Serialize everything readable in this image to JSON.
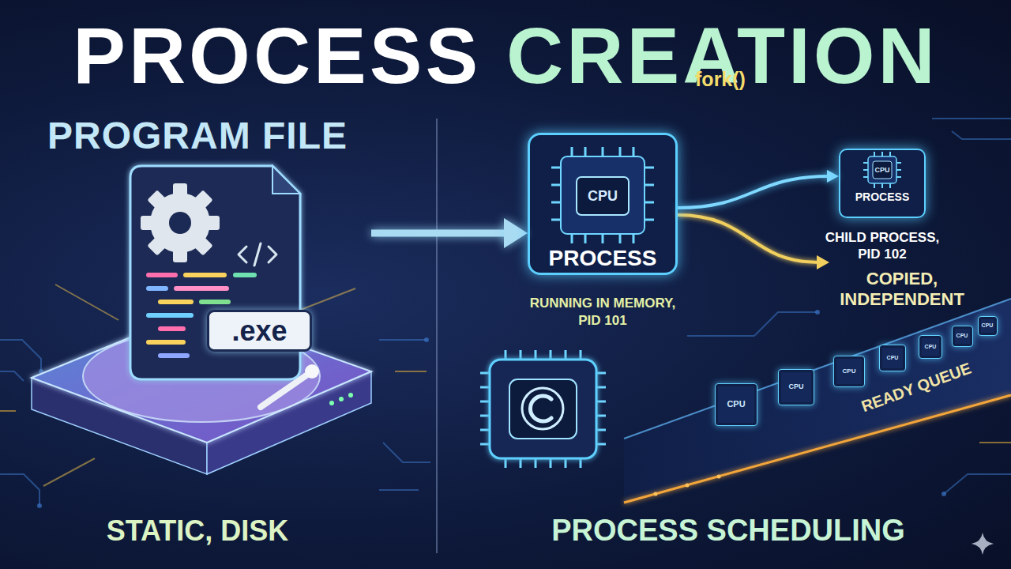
{
  "diagram": {
    "title": "PROCESS CREATION",
    "nodes": [
      {
        "text": [
          "PROGRAM FILE",
          "STATIC, DISK"
        ]
      },
      {
        "text": [
          ".exe"
        ],
        "in": 0
      },
      {
        "text": [
          "CPU",
          "PROCESS",
          "RUNNING IN MEMORY, PID 101"
        ]
      },
      {
        "text": [
          "CPU",
          "PROCESS",
          "CHILD PROCESS, PID 102"
        ]
      },
      {
        "text": [
          "CPU"
        ]
      },
      {
        "text": [
          "CPU"
        ]
      },
      {
        "text": [
          "CPU"
        ]
      },
      {
        "text": [
          "CPU"
        ]
      },
      {
        "text": [
          "CPU"
        ]
      },
      {
        "text": [
          "CPU"
        ]
      },
      {
        "text": [
          "CPU"
        ]
      }
    ],
    "edges": [
      {
        "from": 0,
        "to": 2,
        "arrow": "to"
      },
      {
        "from": 2,
        "to": 3,
        "label": "fork()",
        "arrow": "to"
      }
    ],
    "labels": [
      "COPIED, INDEPENDENT",
      "READY QUEUE",
      "PROCESS SCHEDULING"
    ]
  }
}
